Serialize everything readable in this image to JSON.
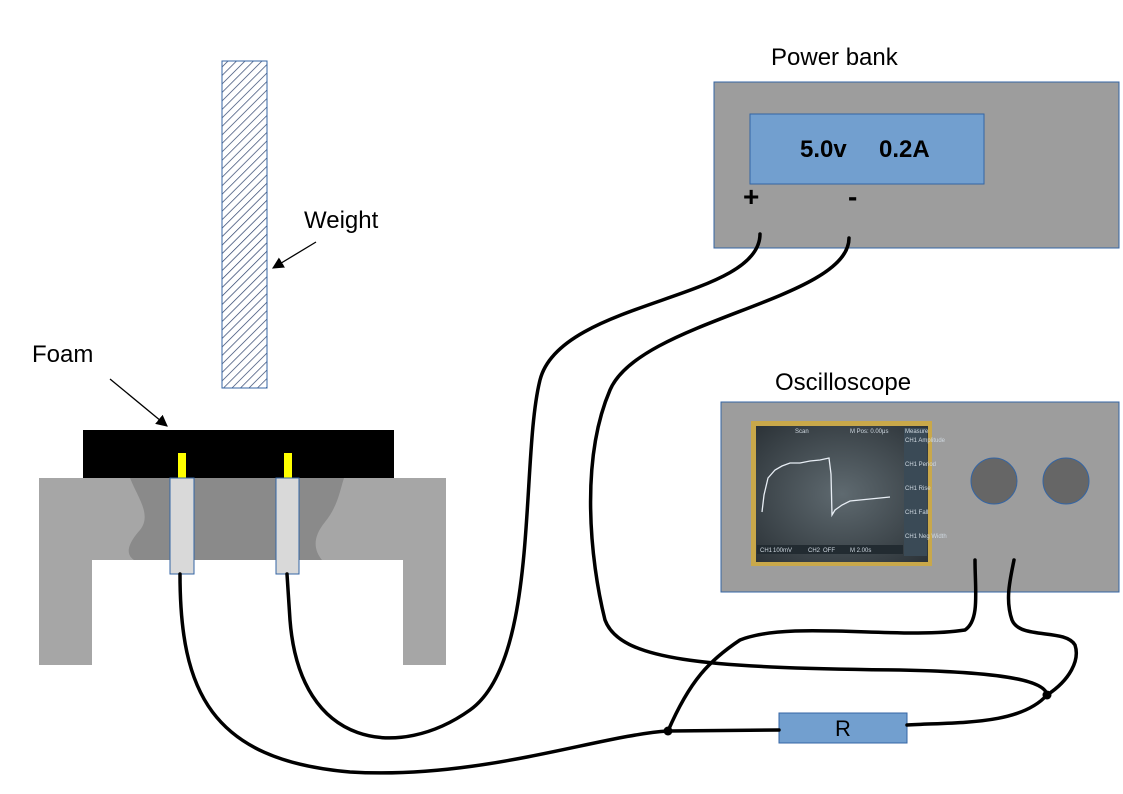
{
  "labels": {
    "weight": "Weight",
    "foam": "Foam",
    "power_bank": "Power bank",
    "oscilloscope": "Oscilloscope",
    "resistor": "R"
  },
  "power_bank": {
    "voltage": "5.0v",
    "current": "0.2A",
    "plus": "+",
    "minus": "-"
  },
  "scope_screen": {
    "top_left": "Scan",
    "top_center": "M Pos: 0.00μs",
    "menu_title": "Measure",
    "menu_items": [
      "CH1 Amplitude",
      "CH1 Period",
      "CH1 Rise",
      "CH1 Fall",
      "CH1 Neg Width"
    ],
    "bottom_items": [
      "CH1",
      "100mV",
      "CH2",
      "OFF",
      "M 2.00s"
    ]
  },
  "colors": {
    "device_gray": "#9d9d9d",
    "display_blue": "#729fcf",
    "base_gray": "#a6a6a6",
    "foam_black": "#000000",
    "electrode_yellow": "#ffff00"
  }
}
